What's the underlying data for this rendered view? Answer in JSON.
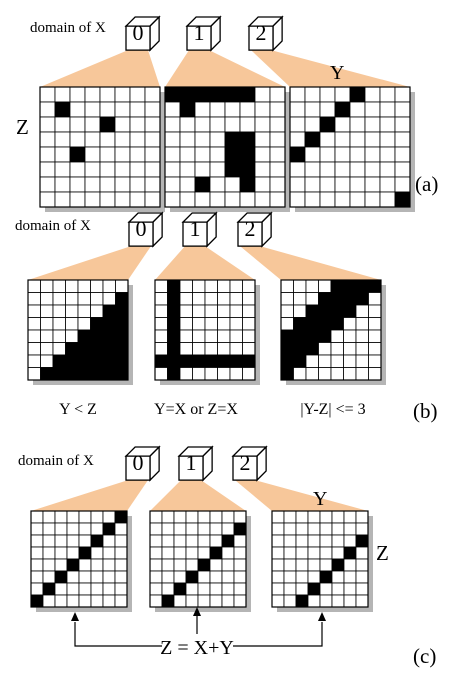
{
  "panels": [
    {
      "id": "a",
      "domain_label": "domain of X",
      "cubes": [
        "0",
        "1",
        "2"
      ],
      "side_labels": [
        "Z"
      ],
      "top_labels": [
        "",
        "",
        "Y"
      ],
      "caption_labels": [],
      "panel_label": "(a)",
      "grids": [
        {
          "size": 8,
          "filled": [
            [
              1,
              1
            ],
            [
              2,
              4
            ],
            [
              4,
              2
            ]
          ]
        },
        {
          "size": 8,
          "filled": [
            [
              0,
              0
            ],
            [
              0,
              1
            ],
            [
              0,
              2
            ],
            [
              0,
              3
            ],
            [
              0,
              4
            ],
            [
              0,
              5
            ],
            [
              1,
              1
            ],
            [
              3,
              4
            ],
            [
              3,
              5
            ],
            [
              4,
              4
            ],
            [
              4,
              5
            ],
            [
              5,
              4
            ],
            [
              5,
              5
            ],
            [
              6,
              2
            ],
            [
              6,
              5
            ]
          ]
        },
        {
          "size": 8,
          "filled": [
            [
              0,
              4
            ],
            [
              1,
              3
            ],
            [
              2,
              2
            ],
            [
              3,
              1
            ],
            [
              4,
              0
            ],
            [
              7,
              7
            ]
          ]
        }
      ]
    },
    {
      "id": "b",
      "domain_label": "domain of X",
      "cubes": [
        "0",
        "1",
        "2"
      ],
      "side_labels": [],
      "top_labels": [
        "",
        "",
        ""
      ],
      "caption_labels": [
        "Y < Z",
        "Y=X or Z=X",
        "|Y-Z| <= 3"
      ],
      "panel_label": "(b)",
      "grids": [
        {
          "size": 8,
          "rule": "y_lt_z"
        },
        {
          "size": 8,
          "rule": "eq_one"
        },
        {
          "size": 8,
          "rule": "absdiff_le3"
        }
      ]
    },
    {
      "id": "c",
      "domain_label": "domain of X",
      "cubes": [
        "0",
        "1",
        "2"
      ],
      "side_labels": [
        "Z"
      ],
      "top_labels": [
        "",
        "",
        "Y"
      ],
      "caption_labels": [],
      "constraint_label": "Z = X+Y",
      "panel_label": "(c)",
      "grids": [
        {
          "size": 8,
          "rule": "sum",
          "offset": 0
        },
        {
          "size": 8,
          "rule": "sum",
          "offset": 1
        },
        {
          "size": 8,
          "rule": "sum",
          "offset": 2
        }
      ]
    }
  ],
  "colors": {
    "accent_fan": "#f7c79a",
    "cell_filled": "#000000",
    "cell_empty": "#ffffff",
    "shadow": "#b5b5b5",
    "line": "#000000"
  }
}
